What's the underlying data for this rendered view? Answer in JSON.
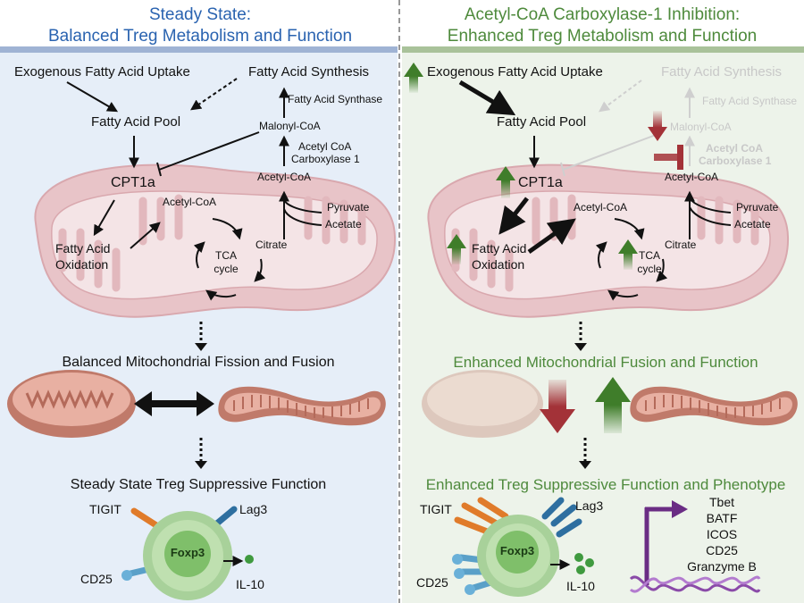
{
  "left": {
    "title_line1": "Steady State:",
    "title_line2": "Balanced Treg Metabolism and Function",
    "exogenous": "Exogenous Fatty Acid Uptake",
    "fa_synthesis": "Fatty Acid Synthesis",
    "fa_synthase": "Fatty Acid Synthase",
    "fa_pool": "Fatty Acid Pool",
    "malonyl": "Malonyl-CoA",
    "acc_line1": "Acetyl CoA",
    "acc_line2": "Carboxylase 1",
    "cpt1a": "CPT1a",
    "acetyl_top": "Acetyl-CoA",
    "acetyl_in": "Acetyl-CoA",
    "pyruvate": "Pyruvate",
    "acetate": "Acetate",
    "fao_line1": "Fatty Acid",
    "fao_line2": "Oxidation",
    "citrate": "Citrate",
    "tca_line1": "TCA",
    "tca_line2": "cycle",
    "fission": "Balanced Mitochondrial Fission and Fusion",
    "function": "Steady State Treg Suppressive Function",
    "tigit": "TIGIT",
    "lag3": "Lag3",
    "cd25": "CD25",
    "foxp3": "Foxp3",
    "il10": "IL-10"
  },
  "right": {
    "title_line1": "Acetyl-CoA Carboxylase-1 Inhibition:",
    "title_line2": "Enhanced Treg Metabolism and Function",
    "exogenous": "Exogenous Fatty Acid Uptake",
    "fa_synthesis": "Fatty Acid Synthesis",
    "fa_synthase": "Fatty Acid Synthase",
    "fa_pool": "Fatty Acid Pool",
    "malonyl": "Malonyl-CoA",
    "acc_line1": "Acetyl CoA",
    "acc_line2": "Carboxylase 1",
    "cpt1a": "CPT1a",
    "acetyl_top": "Acetyl-CoA",
    "acetyl_in": "Acetyl-CoA",
    "pyruvate": "Pyruvate",
    "acetate": "Acetate",
    "fao_line1": "Fatty Acid",
    "fao_line2": "Oxidation",
    "citrate": "Citrate",
    "tca_line1": "TCA",
    "tca_line2": "cycle",
    "fusion": "Enhanced Mitochondrial Fusion and Function",
    "function": "Enhanced Treg Suppressive Function and Phenotype",
    "tigit": "TIGIT",
    "lag3": "Lag3",
    "cd25": "CD25",
    "foxp3": "Foxp3",
    "il10": "IL-10",
    "genes": [
      "Tbet",
      "BATF",
      "ICOS",
      "CD25",
      "Granzyme B"
    ]
  },
  "colors": {
    "left_panel_bg": "#e6eef8",
    "right_panel_bg": "#edf3ea",
    "left_title": "#2a63b0",
    "right_title": "#4e8a3c",
    "up_arrow": "#3f7d2a",
    "down_arrow": "#a33238",
    "mito": "#e8c4c8",
    "cell": "#a8d19a",
    "promoter": "#6a2c84"
  }
}
